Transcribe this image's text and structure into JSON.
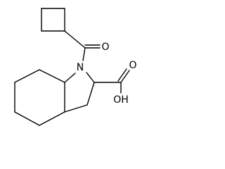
{
  "molecule": {
    "atom_labels": {
      "nitrogen": "N",
      "carbonyl_oxygen": "O",
      "carboxyl_oxygen": "O",
      "hydroxyl": "OH"
    }
  },
  "colors": {
    "background": "#ffffff",
    "ink": "#000000"
  }
}
